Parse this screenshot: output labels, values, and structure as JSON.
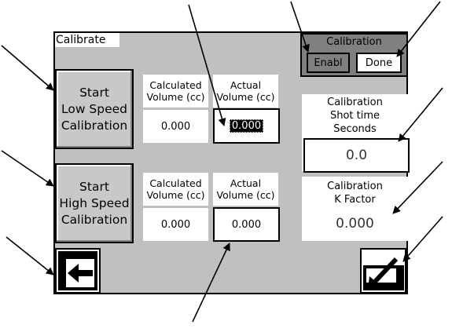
{
  "window": {
    "title": "Calibrate"
  },
  "low_speed": {
    "start_button_label": [
      "Start",
      "Low Speed",
      "Calibration"
    ],
    "calculated_header": [
      "Calculated",
      "Volume (cc)"
    ],
    "actual_header": [
      "Actual",
      "Volume (cc)"
    ],
    "calculated_value": "0.000",
    "actual_value": "0.000"
  },
  "high_speed": {
    "start_button_label": [
      "Start",
      "High Speed",
      "Calibration"
    ],
    "calculated_header": [
      "Calculated",
      "Volume (cc)"
    ],
    "actual_header": [
      "Actual",
      "Volume (cc)"
    ],
    "calculated_value": "0.000",
    "actual_value": "0.000"
  },
  "calibration_group": {
    "label": "Calibration",
    "enable_label": "Enabl",
    "done_label": "Done"
  },
  "shot_time": {
    "caption": [
      "Calibration",
      "Shot time",
      "Seconds"
    ],
    "value": "0.0"
  },
  "k_factor": {
    "caption": [
      "Calibration",
      "K Factor"
    ],
    "value": "0.000"
  },
  "icons": {
    "back": "exit-arrow-icon",
    "accept": "checkmark-arrow-icon"
  }
}
